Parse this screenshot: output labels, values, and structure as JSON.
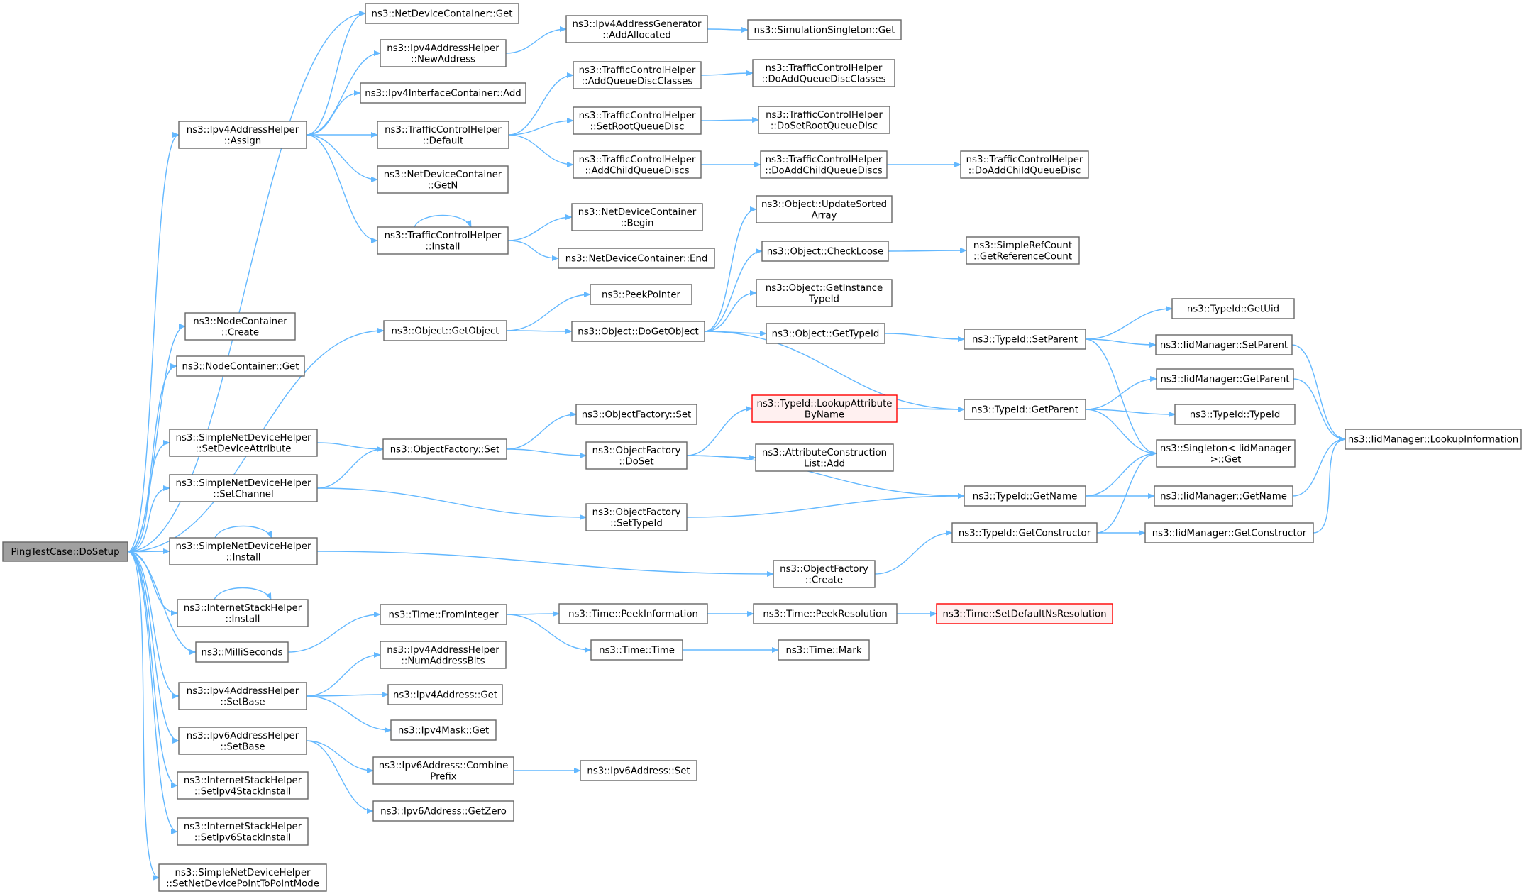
{
  "title": "",
  "colors": {
    "edge": "#63b8ff",
    "node_border": "#666666",
    "root_fill": "#a0a0a0",
    "highlight_border": "#ff0000",
    "highlight_fill": "#fff0f0"
  },
  "nodes": [
    {
      "id": "root",
      "lines": [
        "PingTestCase::DoSetup"
      ],
      "style": "root"
    },
    {
      "id": "nd_get",
      "lines": [
        "ns3::NetDeviceContainer::Get"
      ]
    },
    {
      "id": "ipv4ah_new",
      "lines": [
        "ns3::Ipv4AddressHelper",
        "::NewAddress"
      ]
    },
    {
      "id": "ipv4ic_add",
      "lines": [
        "ns3::Ipv4InterfaceContainer::Add"
      ]
    },
    {
      "id": "ipv4ah_assign",
      "lines": [
        "ns3::Ipv4AddressHelper",
        "::Assign"
      ]
    },
    {
      "id": "tch_default",
      "lines": [
        "ns3::TrafficControlHelper",
        "::Default"
      ]
    },
    {
      "id": "ndc_getn",
      "lines": [
        "ns3::NetDeviceContainer",
        "::GetN"
      ]
    },
    {
      "id": "tch_install",
      "lines": [
        "ns3::TrafficControlHelper",
        "::Install"
      ]
    },
    {
      "id": "ipv4ag_addalloc",
      "lines": [
        "ns3::Ipv4AddressGenerator",
        "::AddAllocated"
      ]
    },
    {
      "id": "simsingleton_get",
      "lines": [
        "ns3::SimulationSingleton::Get"
      ]
    },
    {
      "id": "tch_addqdc",
      "lines": [
        "ns3::TrafficControlHelper",
        "::AddQueueDiscClasses"
      ]
    },
    {
      "id": "tch_doaddqdc",
      "lines": [
        "ns3::TrafficControlHelper",
        "::DoAddQueueDiscClasses"
      ]
    },
    {
      "id": "tch_setroot",
      "lines": [
        "ns3::TrafficControlHelper",
        "::SetRootQueueDisc"
      ]
    },
    {
      "id": "tch_dosetroot",
      "lines": [
        "ns3::TrafficControlHelper",
        "::DoSetRootQueueDisc"
      ]
    },
    {
      "id": "tch_addchild",
      "lines": [
        "ns3::TrafficControlHelper",
        "::AddChildQueueDiscs"
      ]
    },
    {
      "id": "tch_doaddchildren",
      "lines": [
        "ns3::TrafficControlHelper",
        "::DoAddChildQueueDiscs"
      ]
    },
    {
      "id": "tch_doaddchild",
      "lines": [
        "ns3::TrafficControlHelper",
        "::DoAddChildQueueDisc"
      ]
    },
    {
      "id": "ndc_begin",
      "lines": [
        "ns3::NetDeviceContainer",
        "::Begin"
      ]
    },
    {
      "id": "ndc_end",
      "lines": [
        "ns3::NetDeviceContainer::End"
      ]
    },
    {
      "id": "nodec_create",
      "lines": [
        "ns3::NodeContainer",
        "::Create"
      ]
    },
    {
      "id": "nodec_get",
      "lines": [
        "ns3::NodeContainer::Get"
      ]
    },
    {
      "id": "obj_getobject",
      "lines": [
        "ns3::Object::GetObject"
      ]
    },
    {
      "id": "peekpointer",
      "lines": [
        "ns3::PeekPointer"
      ]
    },
    {
      "id": "obj_dogetobject",
      "lines": [
        "ns3::Object::DoGetObject"
      ]
    },
    {
      "id": "obj_updatesorted",
      "lines": [
        "ns3::Object::UpdateSorted",
        "Array"
      ]
    },
    {
      "id": "obj_checkloose",
      "lines": [
        "ns3::Object::CheckLoose"
      ]
    },
    {
      "id": "simplerc_getref",
      "lines": [
        "ns3::SimpleRefCount",
        "::GetReferenceCount"
      ]
    },
    {
      "id": "obj_getinstance",
      "lines": [
        "ns3::Object::GetInstance",
        "TypeId"
      ]
    },
    {
      "id": "obj_gettypeid",
      "lines": [
        "ns3::Object::GetTypeId"
      ]
    },
    {
      "id": "typeid_setparent",
      "lines": [
        "ns3::TypeId::SetParent"
      ]
    },
    {
      "id": "typeid_getuid",
      "lines": [
        "ns3::TypeId::GetUid"
      ]
    },
    {
      "id": "iidm_setparent",
      "lines": [
        "ns3::IidManager::SetParent"
      ]
    },
    {
      "id": "iidm_getparent",
      "lines": [
        "ns3::IidManager::GetParent"
      ]
    },
    {
      "id": "typeid_getparent",
      "lines": [
        "ns3::TypeId::GetParent"
      ]
    },
    {
      "id": "typeid_typeid",
      "lines": [
        "ns3::TypeId::TypeId"
      ]
    },
    {
      "id": "iidm_lookupinfo",
      "lines": [
        "ns3::IidManager::LookupInformation"
      ]
    },
    {
      "id": "singleton_get",
      "lines": [
        "ns3::Singleton< IidManager",
        ">::Get"
      ]
    },
    {
      "id": "typeid_lookupattr",
      "lines": [
        "ns3::TypeId::LookupAttribute",
        "ByName"
      ],
      "style": "red"
    },
    {
      "id": "snd_setattr",
      "lines": [
        "ns3::SimpleNetDeviceHelper",
        "::SetDeviceAttribute"
      ]
    },
    {
      "id": "of_set",
      "lines": [
        "ns3::ObjectFactory::Set"
      ]
    },
    {
      "id": "of_set2",
      "lines": [
        "ns3::ObjectFactory::Set"
      ]
    },
    {
      "id": "of_doset",
      "lines": [
        "ns3::ObjectFactory",
        "::DoSet"
      ]
    },
    {
      "id": "acl_add",
      "lines": [
        "ns3::AttributeConstruction",
        "List::Add"
      ]
    },
    {
      "id": "snd_setchannel",
      "lines": [
        "ns3::SimpleNetDeviceHelper",
        "::SetChannel"
      ]
    },
    {
      "id": "typeid_getname",
      "lines": [
        "ns3::TypeId::GetName"
      ]
    },
    {
      "id": "iidm_getname",
      "lines": [
        "ns3::IidManager::GetName"
      ]
    },
    {
      "id": "of_settypeid",
      "lines": [
        "ns3::ObjectFactory",
        "::SetTypeId"
      ]
    },
    {
      "id": "typeid_getctor",
      "lines": [
        "ns3::TypeId::GetConstructor"
      ]
    },
    {
      "id": "iidm_getctor",
      "lines": [
        "ns3::IidManager::GetConstructor"
      ]
    },
    {
      "id": "snd_install",
      "lines": [
        "ns3::SimpleNetDeviceHelper",
        "::Install"
      ]
    },
    {
      "id": "of_create",
      "lines": [
        "ns3::ObjectFactory",
        "::Create"
      ]
    },
    {
      "id": "ish_install",
      "lines": [
        "ns3::InternetStackHelper",
        "::Install"
      ]
    },
    {
      "id": "time_fromint",
      "lines": [
        "ns3::Time::FromInteger"
      ]
    },
    {
      "id": "time_peekinfo",
      "lines": [
        "ns3::Time::PeekInformation"
      ]
    },
    {
      "id": "time_peekres",
      "lines": [
        "ns3::Time::PeekResolution"
      ]
    },
    {
      "id": "time_setdefault",
      "lines": [
        "ns3::Time::SetDefaultNsResolution"
      ],
      "style": "red"
    },
    {
      "id": "milliseconds",
      "lines": [
        "ns3::MilliSeconds"
      ]
    },
    {
      "id": "time_time",
      "lines": [
        "ns3::Time::Time"
      ]
    },
    {
      "id": "time_mark",
      "lines": [
        "ns3::Time::Mark"
      ]
    },
    {
      "id": "ipv4ah_numbits",
      "lines": [
        "ns3::Ipv4AddressHelper",
        "::NumAddressBits"
      ]
    },
    {
      "id": "ipv4ah_setbase",
      "lines": [
        "ns3::Ipv4AddressHelper",
        "::SetBase"
      ]
    },
    {
      "id": "ipv4addr_get",
      "lines": [
        "ns3::Ipv4Address::Get"
      ]
    },
    {
      "id": "ipv4mask_get",
      "lines": [
        "ns3::Ipv4Mask::Get"
      ]
    },
    {
      "id": "ipv6ah_setbase",
      "lines": [
        "ns3::Ipv6AddressHelper",
        "::SetBase"
      ]
    },
    {
      "id": "ipv6addr_combine",
      "lines": [
        "ns3::Ipv6Address::Combine",
        "Prefix"
      ]
    },
    {
      "id": "ipv6addr_set",
      "lines": [
        "ns3::Ipv6Address::Set"
      ]
    },
    {
      "id": "ipv6addr_getzero",
      "lines": [
        "ns3::Ipv6Address::GetZero"
      ]
    },
    {
      "id": "ish_setipv4",
      "lines": [
        "ns3::InternetStackHelper",
        "::SetIpv4StackInstall"
      ]
    },
    {
      "id": "ish_setipv6",
      "lines": [
        "ns3::InternetStackHelper",
        "::SetIpv6StackInstall"
      ]
    },
    {
      "id": "snd_setp2p",
      "lines": [
        "ns3::SimpleNetDeviceHelper",
        "::SetNetDevicePointToPointMode"
      ]
    }
  ],
  "edges": [
    [
      "root",
      "nd_get"
    ],
    [
      "root",
      "ipv4ah_assign"
    ],
    [
      "root",
      "nodec_create"
    ],
    [
      "root",
      "nodec_get"
    ],
    [
      "root",
      "obj_getobject"
    ],
    [
      "root",
      "snd_setattr"
    ],
    [
      "root",
      "snd_setchannel"
    ],
    [
      "root",
      "snd_install"
    ],
    [
      "root",
      "ish_install"
    ],
    [
      "root",
      "milliseconds"
    ],
    [
      "root",
      "ipv4ah_setbase"
    ],
    [
      "root",
      "ipv6ah_setbase"
    ],
    [
      "root",
      "ish_setipv4"
    ],
    [
      "root",
      "ish_setipv6"
    ],
    [
      "root",
      "snd_setp2p"
    ],
    [
      "ipv4ah_assign",
      "nd_get"
    ],
    [
      "ipv4ah_assign",
      "ipv4ah_new"
    ],
    [
      "ipv4ah_assign",
      "ipv4ic_add"
    ],
    [
      "ipv4ah_assign",
      "tch_default"
    ],
    [
      "ipv4ah_assign",
      "ndc_getn"
    ],
    [
      "ipv4ah_assign",
      "tch_install"
    ],
    [
      "ipv4ah_new",
      "ipv4ag_addalloc"
    ],
    [
      "ipv4ag_addalloc",
      "simsingleton_get"
    ],
    [
      "tch_default",
      "tch_addqdc"
    ],
    [
      "tch_default",
      "tch_setroot"
    ],
    [
      "tch_default",
      "tch_addchild"
    ],
    [
      "tch_addqdc",
      "tch_doaddqdc"
    ],
    [
      "tch_setroot",
      "tch_dosetroot"
    ],
    [
      "tch_addchild",
      "tch_doaddchildren"
    ],
    [
      "tch_doaddchildren",
      "tch_doaddchild"
    ],
    [
      "tch_install",
      "ndc_begin"
    ],
    [
      "tch_install",
      "ndc_end"
    ],
    [
      "tch_install",
      "tch_install"
    ],
    [
      "obj_getobject",
      "peekpointer"
    ],
    [
      "obj_getobject",
      "obj_dogetobject"
    ],
    [
      "obj_dogetobject",
      "obj_updatesorted"
    ],
    [
      "obj_dogetobject",
      "obj_checkloose"
    ],
    [
      "obj_dogetobject",
      "obj_getinstance"
    ],
    [
      "obj_dogetobject",
      "obj_gettypeid"
    ],
    [
      "obj_dogetobject",
      "typeid_getparent"
    ],
    [
      "obj_checkloose",
      "simplerc_getref"
    ],
    [
      "obj_gettypeid",
      "typeid_setparent"
    ],
    [
      "typeid_setparent",
      "typeid_getuid"
    ],
    [
      "typeid_setparent",
      "iidm_setparent"
    ],
    [
      "typeid_setparent",
      "singleton_get"
    ],
    [
      "iidm_setparent",
      "iidm_lookupinfo"
    ],
    [
      "typeid_getparent",
      "iidm_getparent"
    ],
    [
      "typeid_getparent",
      "typeid_typeid"
    ],
    [
      "typeid_getparent",
      "singleton_get"
    ],
    [
      "iidm_getparent",
      "iidm_lookupinfo"
    ],
    [
      "snd_setattr",
      "of_set"
    ],
    [
      "of_set",
      "of_set2"
    ],
    [
      "of_set",
      "of_doset"
    ],
    [
      "of_doset",
      "typeid_lookupattr"
    ],
    [
      "of_doset",
      "acl_add"
    ],
    [
      "of_doset",
      "typeid_getname"
    ],
    [
      "typeid_lookupattr",
      "typeid_getparent"
    ],
    [
      "typeid_getname",
      "singleton_get"
    ],
    [
      "typeid_getname",
      "iidm_getname"
    ],
    [
      "iidm_getname",
      "iidm_lookupinfo"
    ],
    [
      "snd_setchannel",
      "of_set"
    ],
    [
      "snd_setchannel",
      "of_settypeid"
    ],
    [
      "of_settypeid",
      "typeid_getname"
    ],
    [
      "snd_install",
      "snd_install"
    ],
    [
      "snd_install",
      "of_create"
    ],
    [
      "of_create",
      "typeid_getctor"
    ],
    [
      "typeid_getctor",
      "singleton_get"
    ],
    [
      "typeid_getctor",
      "iidm_getctor"
    ],
    [
      "iidm_getctor",
      "iidm_lookupinfo"
    ],
    [
      "ish_install",
      "ish_install"
    ],
    [
      "milliseconds",
      "time_fromint"
    ],
    [
      "time_fromint",
      "time_peekinfo"
    ],
    [
      "time_fromint",
      "time_time"
    ],
    [
      "time_peekinfo",
      "time_peekres"
    ],
    [
      "time_peekres",
      "time_setdefault"
    ],
    [
      "time_time",
      "time_mark"
    ],
    [
      "ipv4ah_setbase",
      "ipv4ah_numbits"
    ],
    [
      "ipv4ah_setbase",
      "ipv4addr_get"
    ],
    [
      "ipv4ah_setbase",
      "ipv4mask_get"
    ],
    [
      "ipv6ah_setbase",
      "ipv6addr_combine"
    ],
    [
      "ipv6ah_setbase",
      "ipv6addr_getzero"
    ],
    [
      "ipv6addr_combine",
      "ipv6addr_set"
    ]
  ]
}
